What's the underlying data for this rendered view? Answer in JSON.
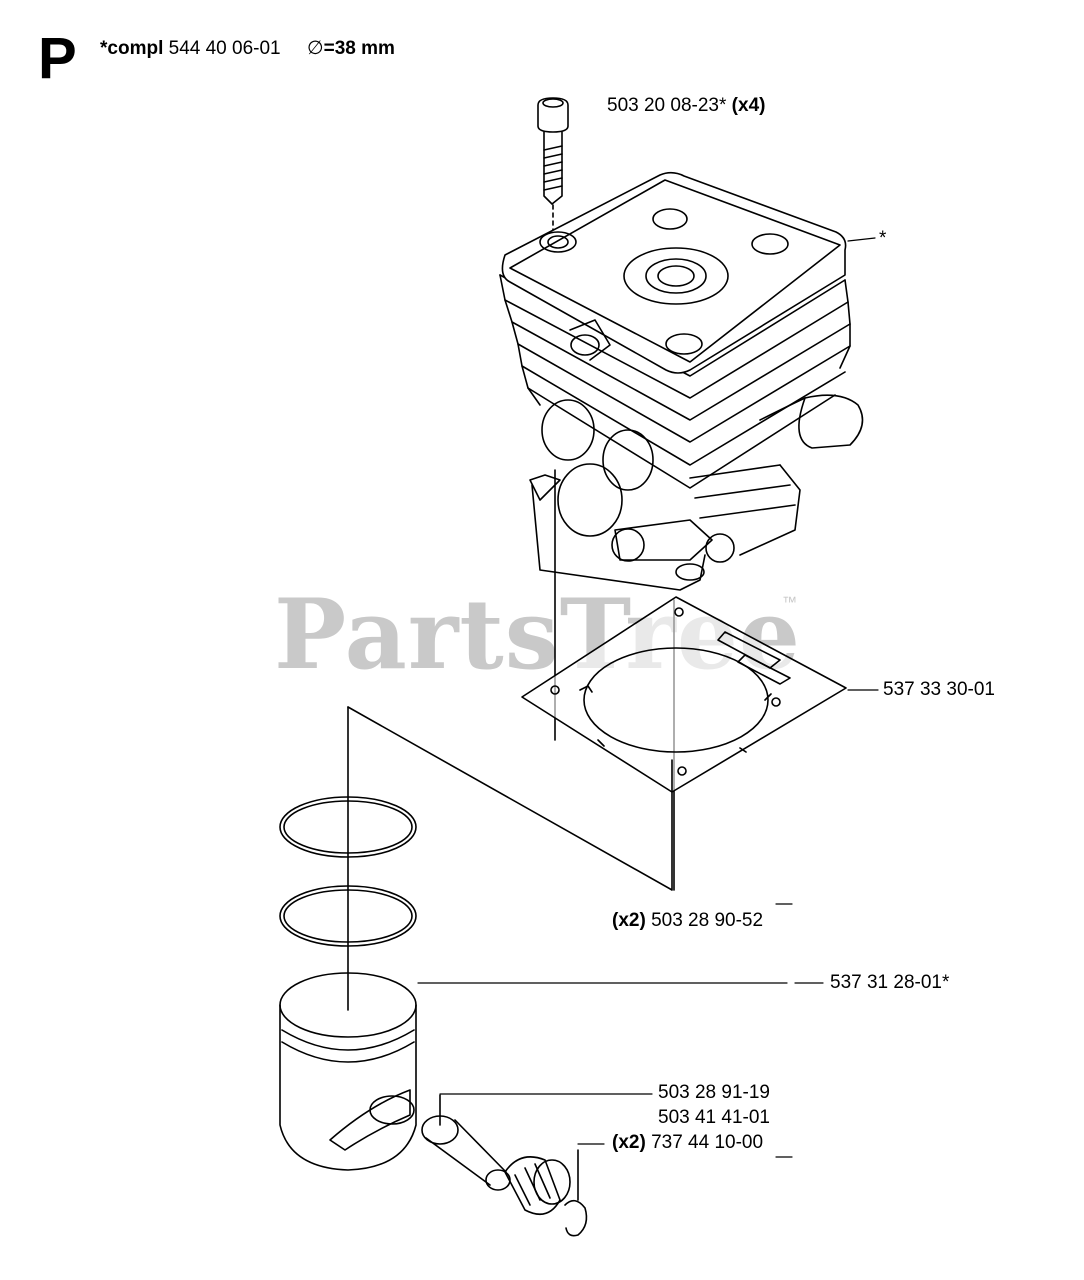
{
  "section": "P",
  "header": {
    "compl_label": "*compl",
    "compl_number": "544 40 06-01",
    "diameter_symbol": "∅",
    "diameter_value": "=38 mm"
  },
  "watermark": {
    "text": "PartsTree",
    "trademark": "™"
  },
  "parts": [
    {
      "qty": "",
      "number": "503 20 08-23*",
      "suffix": "(x4)"
    },
    {
      "qty": "",
      "number": "*",
      "suffix": ""
    },
    {
      "qty": "",
      "number": "537 33 30-01",
      "suffix": ""
    },
    {
      "qty": "(x2)",
      "number": "503 28 90-52",
      "suffix": ""
    },
    {
      "qty": "",
      "number": "537 31 28-01*",
      "suffix": ""
    },
    {
      "qty": "",
      "number": "503 28 91-19",
      "suffix": ""
    },
    {
      "qty": "",
      "number": "503 41 41-01",
      "suffix": ""
    },
    {
      "qty": "(x2)",
      "number": "737 44 10-00",
      "suffix": ""
    }
  ]
}
